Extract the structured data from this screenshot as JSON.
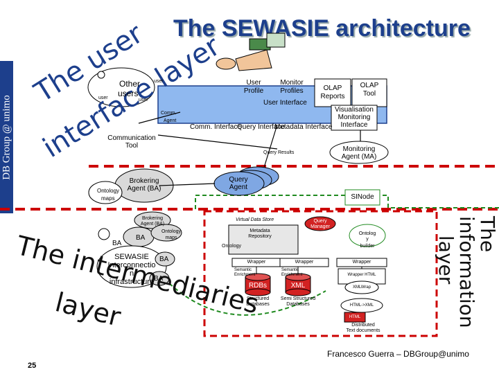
{
  "title": "The SEWASIE architecture",
  "sidebar_label": "DB Group @ unimo",
  "layers": {
    "user": [
      "The user",
      "interface layer"
    ],
    "intermediaries": [
      "The intermediaries",
      "layer"
    ],
    "information": [
      "The",
      "information",
      "layer"
    ]
  },
  "user_area": {
    "other_users": [
      "Other",
      "users"
    ],
    "user_tags": [
      "user",
      "user",
      "user"
    ],
    "communication_tool": [
      "Communication",
      "Tool"
    ],
    "comm_agent": [
      "Comm.",
      "Agent"
    ]
  },
  "interface_box": {
    "user_profile": [
      "User",
      "Profile"
    ],
    "monitor_profiles": [
      "Monitor",
      "Profiles"
    ],
    "user_interface": "User Interface",
    "olap_reports": [
      "OLAP",
      "Reports"
    ],
    "olap_tool": [
      "OLAP",
      "Tool"
    ],
    "visualisation": [
      "Visualisation",
      "Monitoring",
      "Interface"
    ],
    "interfaces": [
      "Comm. Interface",
      "Query Interface",
      "Metadata Interface"
    ]
  },
  "monitoring_agent": [
    "Monitoring",
    "Agent (MA)"
  ],
  "query_results": "Query Results",
  "query_agent": [
    "Query",
    "Agent"
  ],
  "brokering_agent": [
    "Brokering",
    "Agent (BA)"
  ],
  "ontology_maps": [
    "Ontology",
    "maps"
  ],
  "sinode": "SINode",
  "intermediaries": {
    "brokering_agent_small": [
      "Brokering",
      "Agent (BA)"
    ],
    "ontology_maps_small": [
      "Ontology",
      "maps"
    ],
    "ba_labels": [
      "BA",
      "BA",
      "BA",
      "BA"
    ],
    "infrastructure": [
      "SEWASIE",
      "Interconnectio",
      "n",
      "infrastructure"
    ]
  },
  "information": {
    "virtual_data_store": "Virtual Data Store",
    "query_manager": [
      "Query",
      "Manager"
    ],
    "metadata_repository": [
      "Metadata",
      "Repository"
    ],
    "ontology": "Ontology",
    "ontology_builder": [
      "Ontolog",
      "y",
      "builder"
    ],
    "wrappers": [
      "Wrapper",
      "Wrapper",
      "Wrapper"
    ],
    "semantic_enrichment": [
      "Semantic",
      "Enrichment",
      "Semantic",
      "Enrichment"
    ],
    "rdbs": "RDBs",
    "xml": "XML",
    "structured": [
      "Structured",
      "Databases"
    ],
    "semi_structured": [
      "Semi Structured",
      "Databases"
    ],
    "wrapper_html": "Wrapper HTML",
    "xml_wrap": "XMLWrap",
    "html_xml": "HTML->XML",
    "html": "HTML",
    "distributed": [
      "Distributed",
      "Text documents"
    ]
  },
  "footer": "Francesco Guerra – DBGroup@unimo",
  "page_number": "25",
  "colors": {
    "title": "#1d3f8c",
    "sidebar": "#1d3f8c",
    "interface_box": "#8fb8ef",
    "ontology_cloud": "#d9d9d9",
    "database_red": "#d22222",
    "layer_dash": "#cc0000",
    "green_dash": "#1f8a1f",
    "intermediary_text": "#111111"
  }
}
